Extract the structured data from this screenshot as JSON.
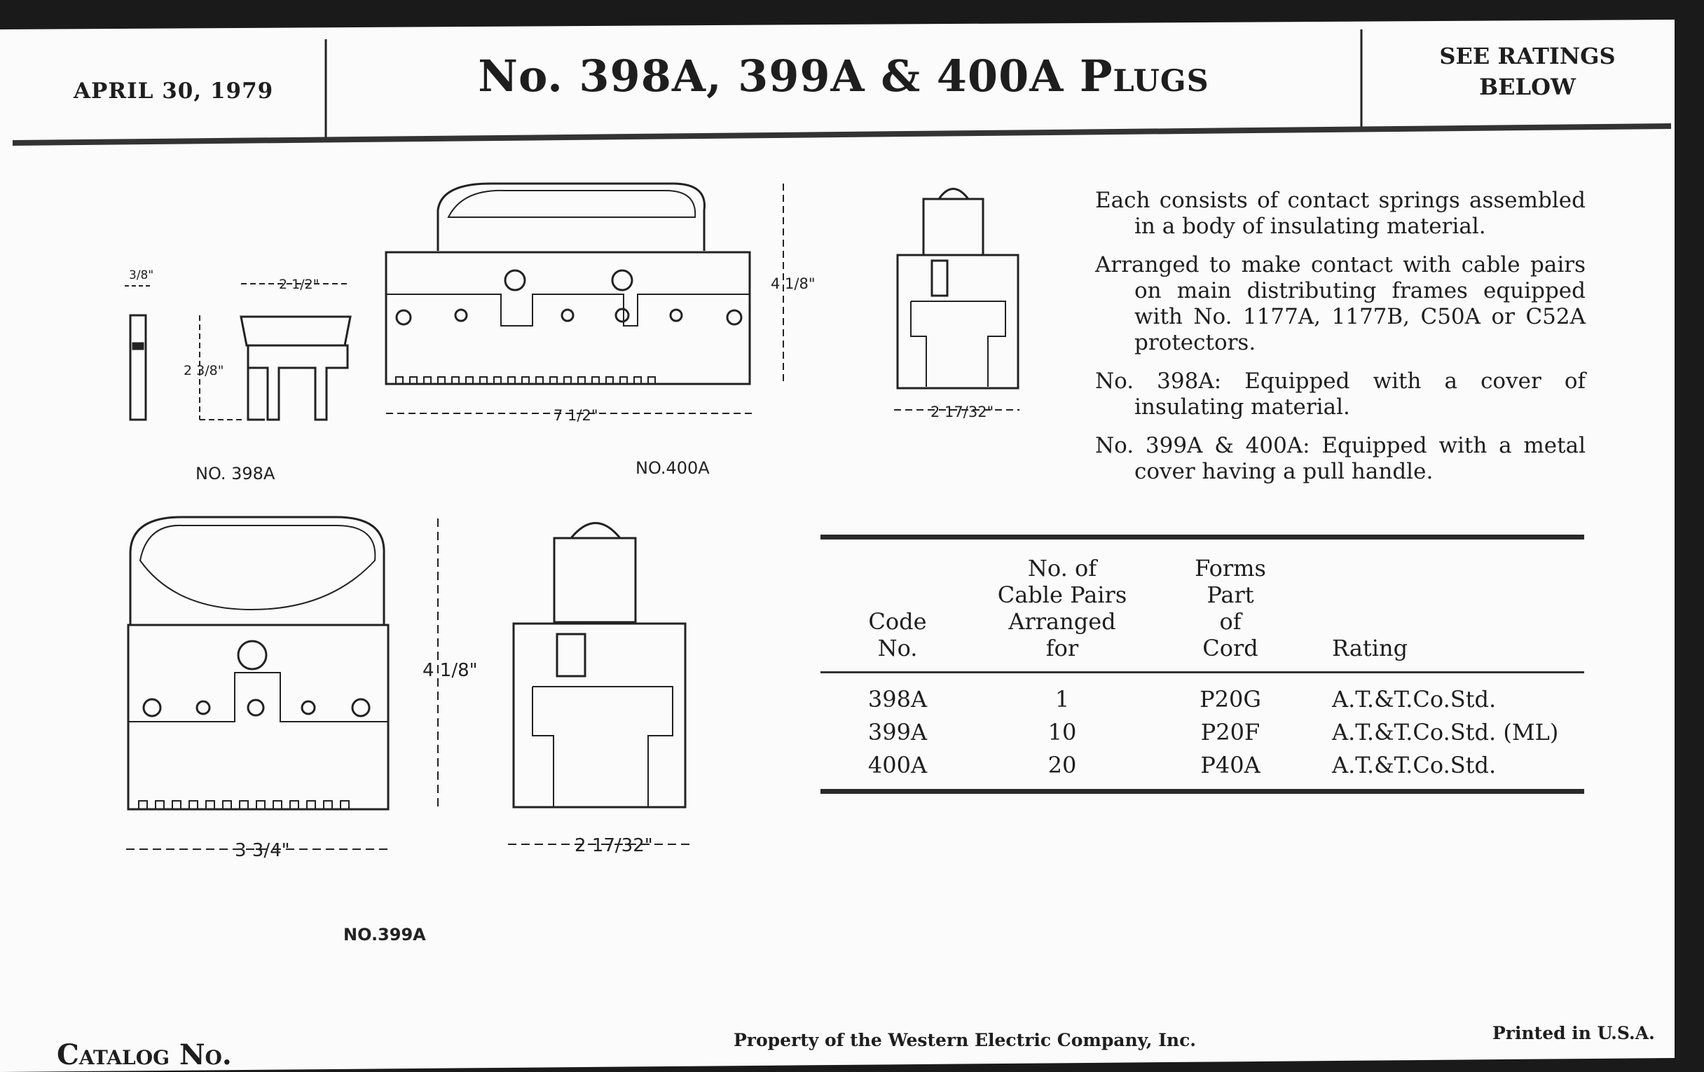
{
  "header": {
    "date": "APRIL 30, 1979",
    "title_prefix": "No.",
    "title_codes": "398A, 399A & 400A",
    "title_suffix": "Plugs",
    "ratings_note_line1": "SEE RATINGS",
    "ratings_note_line2": "BELOW"
  },
  "description": [
    "Each consists of contact springs assembled in a body of insulating material.",
    "Arranged to make contact with cable pairs on main distributing frames equipped with No. 1177A, 1177B, C50A or C52A protectors.",
    "No. 398A: Equipped with a cover of insulating material.",
    "No. 399A & 400A: Equipped with a metal cover having a pull handle."
  ],
  "table": {
    "headers": {
      "code": [
        "Code",
        "No."
      ],
      "pairs": [
        "No. of",
        "Cable Pairs",
        "Arranged",
        "for"
      ],
      "cord": [
        "Forms",
        "Part",
        "of",
        "Cord"
      ],
      "rating": [
        "Rating"
      ]
    },
    "rows": [
      {
        "code": "398A",
        "pairs": "1",
        "cord": "P20G",
        "rating": "A.T.&T.Co.Std."
      },
      {
        "code": "399A",
        "pairs": "10",
        "cord": "P20F",
        "rating": "A.T.&T.Co.Std. (ML)"
      },
      {
        "code": "400A",
        "pairs": "20",
        "cord": "P40A",
        "rating": "A.T.&T.Co.Std."
      }
    ]
  },
  "figures": {
    "label_398a": "NO. 398A",
    "label_400a": "NO.400A",
    "label_399a": "NO.399A",
    "dims": {
      "d398_thick": "3/8\"",
      "d398_width": "2 1/2\"",
      "d398_height": "2 3/8\"",
      "d400_height": "4 1/8\"",
      "d400_width": "7 1/2\"",
      "d400_side": "2 17/32\"",
      "d399_height": "4 1/8\"",
      "d399_width": "3 3/4\"",
      "d399_side": "2 17/32\""
    }
  },
  "footer": {
    "catalog": "Catalog No.",
    "property": "Property of the Western Electric Company, Inc.",
    "printed": "Printed in U.S.A."
  }
}
